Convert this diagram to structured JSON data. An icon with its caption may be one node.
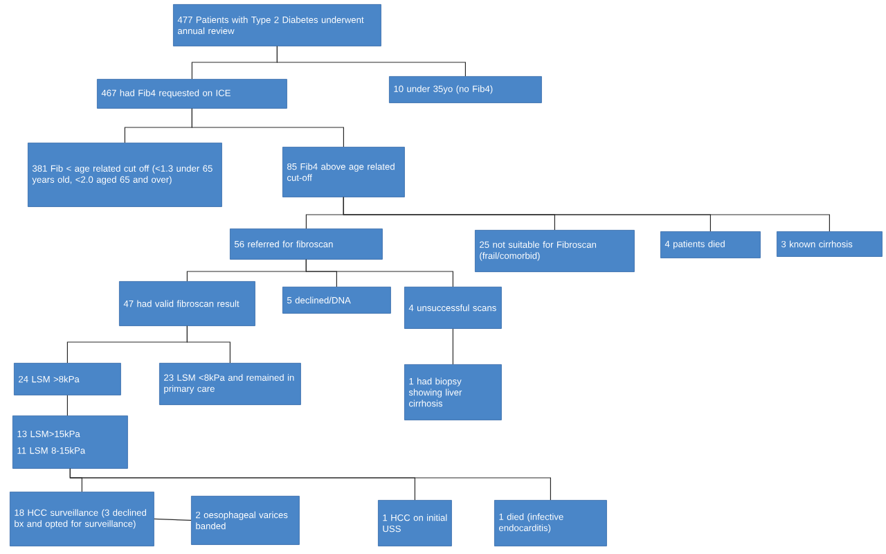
{
  "diagram": {
    "nodes": [
      {
        "text": [
          "477 Patients with Type 2 Diabetes underwent annual review"
        ]
      },
      {
        "text": [
          "467 had Fib4 requested on ICE"
        ]
      },
      {
        "text": [
          "10 under 35yo (no Fib4)"
        ]
      },
      {
        "text": [
          "381 Fib < age related cut off (<1.3 under 65 years old, <2.0 aged 65 and over)"
        ]
      },
      {
        "text": [
          "85 Fib4 above age related cut-off"
        ]
      },
      {
        "text": [
          "56 referred for fibroscan"
        ]
      },
      {
        "text": [
          "25 not suitable for Fibroscan (frail/comorbid)"
        ]
      },
      {
        "text": [
          "4 patients died"
        ]
      },
      {
        "text": [
          "3 known cirrhosis"
        ]
      },
      {
        "text": [
          "47 had valid fibroscan result"
        ]
      },
      {
        "text": [
          "5 declined/DNA"
        ]
      },
      {
        "text": [
          "4 unsuccessful scans"
        ]
      },
      {
        "text": [
          "24 LSM >8kPa"
        ]
      },
      {
        "text": [
          "23 LSM <8kPa and remained in primary care"
        ]
      },
      {
        "text": [
          "1 had biopsy showing liver cirrhosis"
        ]
      },
      {
        "text": [
          "13 LSM>15kPa",
          "11 LSM 8-15kPa"
        ]
      },
      {
        "text": [
          "18 HCC surveillance (3 declined bx and opted for surveillance)"
        ]
      },
      {
        "text": [
          "2 oesophageal varices banded"
        ]
      },
      {
        "text": [
          "1 HCC on initial USS"
        ]
      },
      {
        "text": [
          "1 died (infective endocarditis)"
        ]
      }
    ],
    "edges": [
      {
        "from": 0,
        "to": 1,
        "arrow": "none"
      },
      {
        "from": 0,
        "to": 2,
        "arrow": "none"
      },
      {
        "from": 1,
        "to": 3,
        "arrow": "none"
      },
      {
        "from": 1,
        "to": 4,
        "arrow": "none"
      },
      {
        "from": 4,
        "to": 5,
        "arrow": "none"
      },
      {
        "from": 4,
        "to": 6,
        "arrow": "none"
      },
      {
        "from": 4,
        "to": 7,
        "arrow": "none"
      },
      {
        "from": 4,
        "to": 8,
        "arrow": "none"
      },
      {
        "from": 5,
        "to": 9,
        "arrow": "none"
      },
      {
        "from": 5,
        "to": 10,
        "arrow": "none"
      },
      {
        "from": 5,
        "to": 11,
        "arrow": "none"
      },
      {
        "from": 9,
        "to": 12,
        "arrow": "none"
      },
      {
        "from": 9,
        "to": 13,
        "arrow": "none"
      },
      {
        "from": 11,
        "to": 14,
        "arrow": "none"
      },
      {
        "from": 12,
        "to": 15,
        "arrow": "none"
      },
      {
        "from": 15,
        "to": 16,
        "arrow": "none"
      },
      {
        "from": 15,
        "to": 18,
        "arrow": "none"
      },
      {
        "from": 15,
        "to": 19,
        "arrow": "none"
      },
      {
        "from": 16,
        "to": 17,
        "arrow": "none"
      }
    ]
  }
}
